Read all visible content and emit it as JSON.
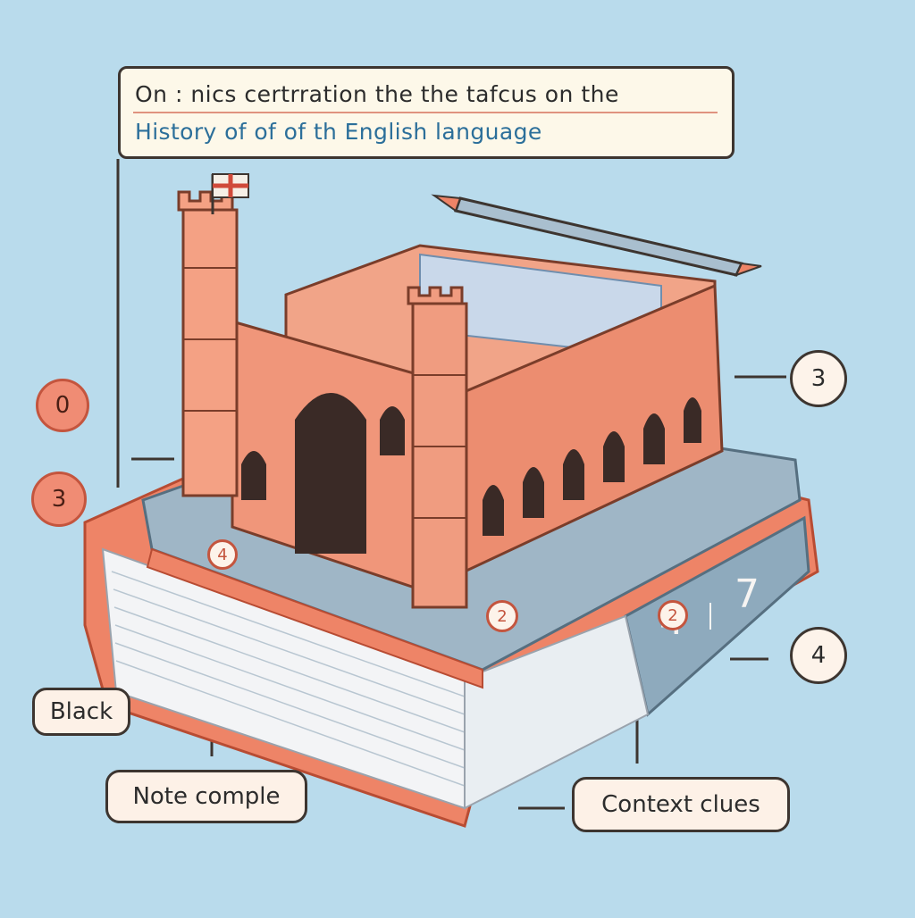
{
  "title": {
    "line1": "On : nics certrration the the tafcus on the",
    "line2": "History of of of th English language"
  },
  "labels": {
    "black": "Black",
    "note": "Note comple",
    "context": "Context clues"
  },
  "markers": {
    "left_top": "0",
    "left_bottom": "3",
    "right_top": "3",
    "right_bottom": "4",
    "book_four": "4",
    "page_two": "2",
    "spine_two": "2",
    "spine_digit_a": "4",
    "spine_digit_b": "7"
  },
  "colors": {
    "background": "#b9dbec",
    "coral": "#ee8467",
    "book_blue": "#8eaabd",
    "cream": "#fdf8e9"
  }
}
